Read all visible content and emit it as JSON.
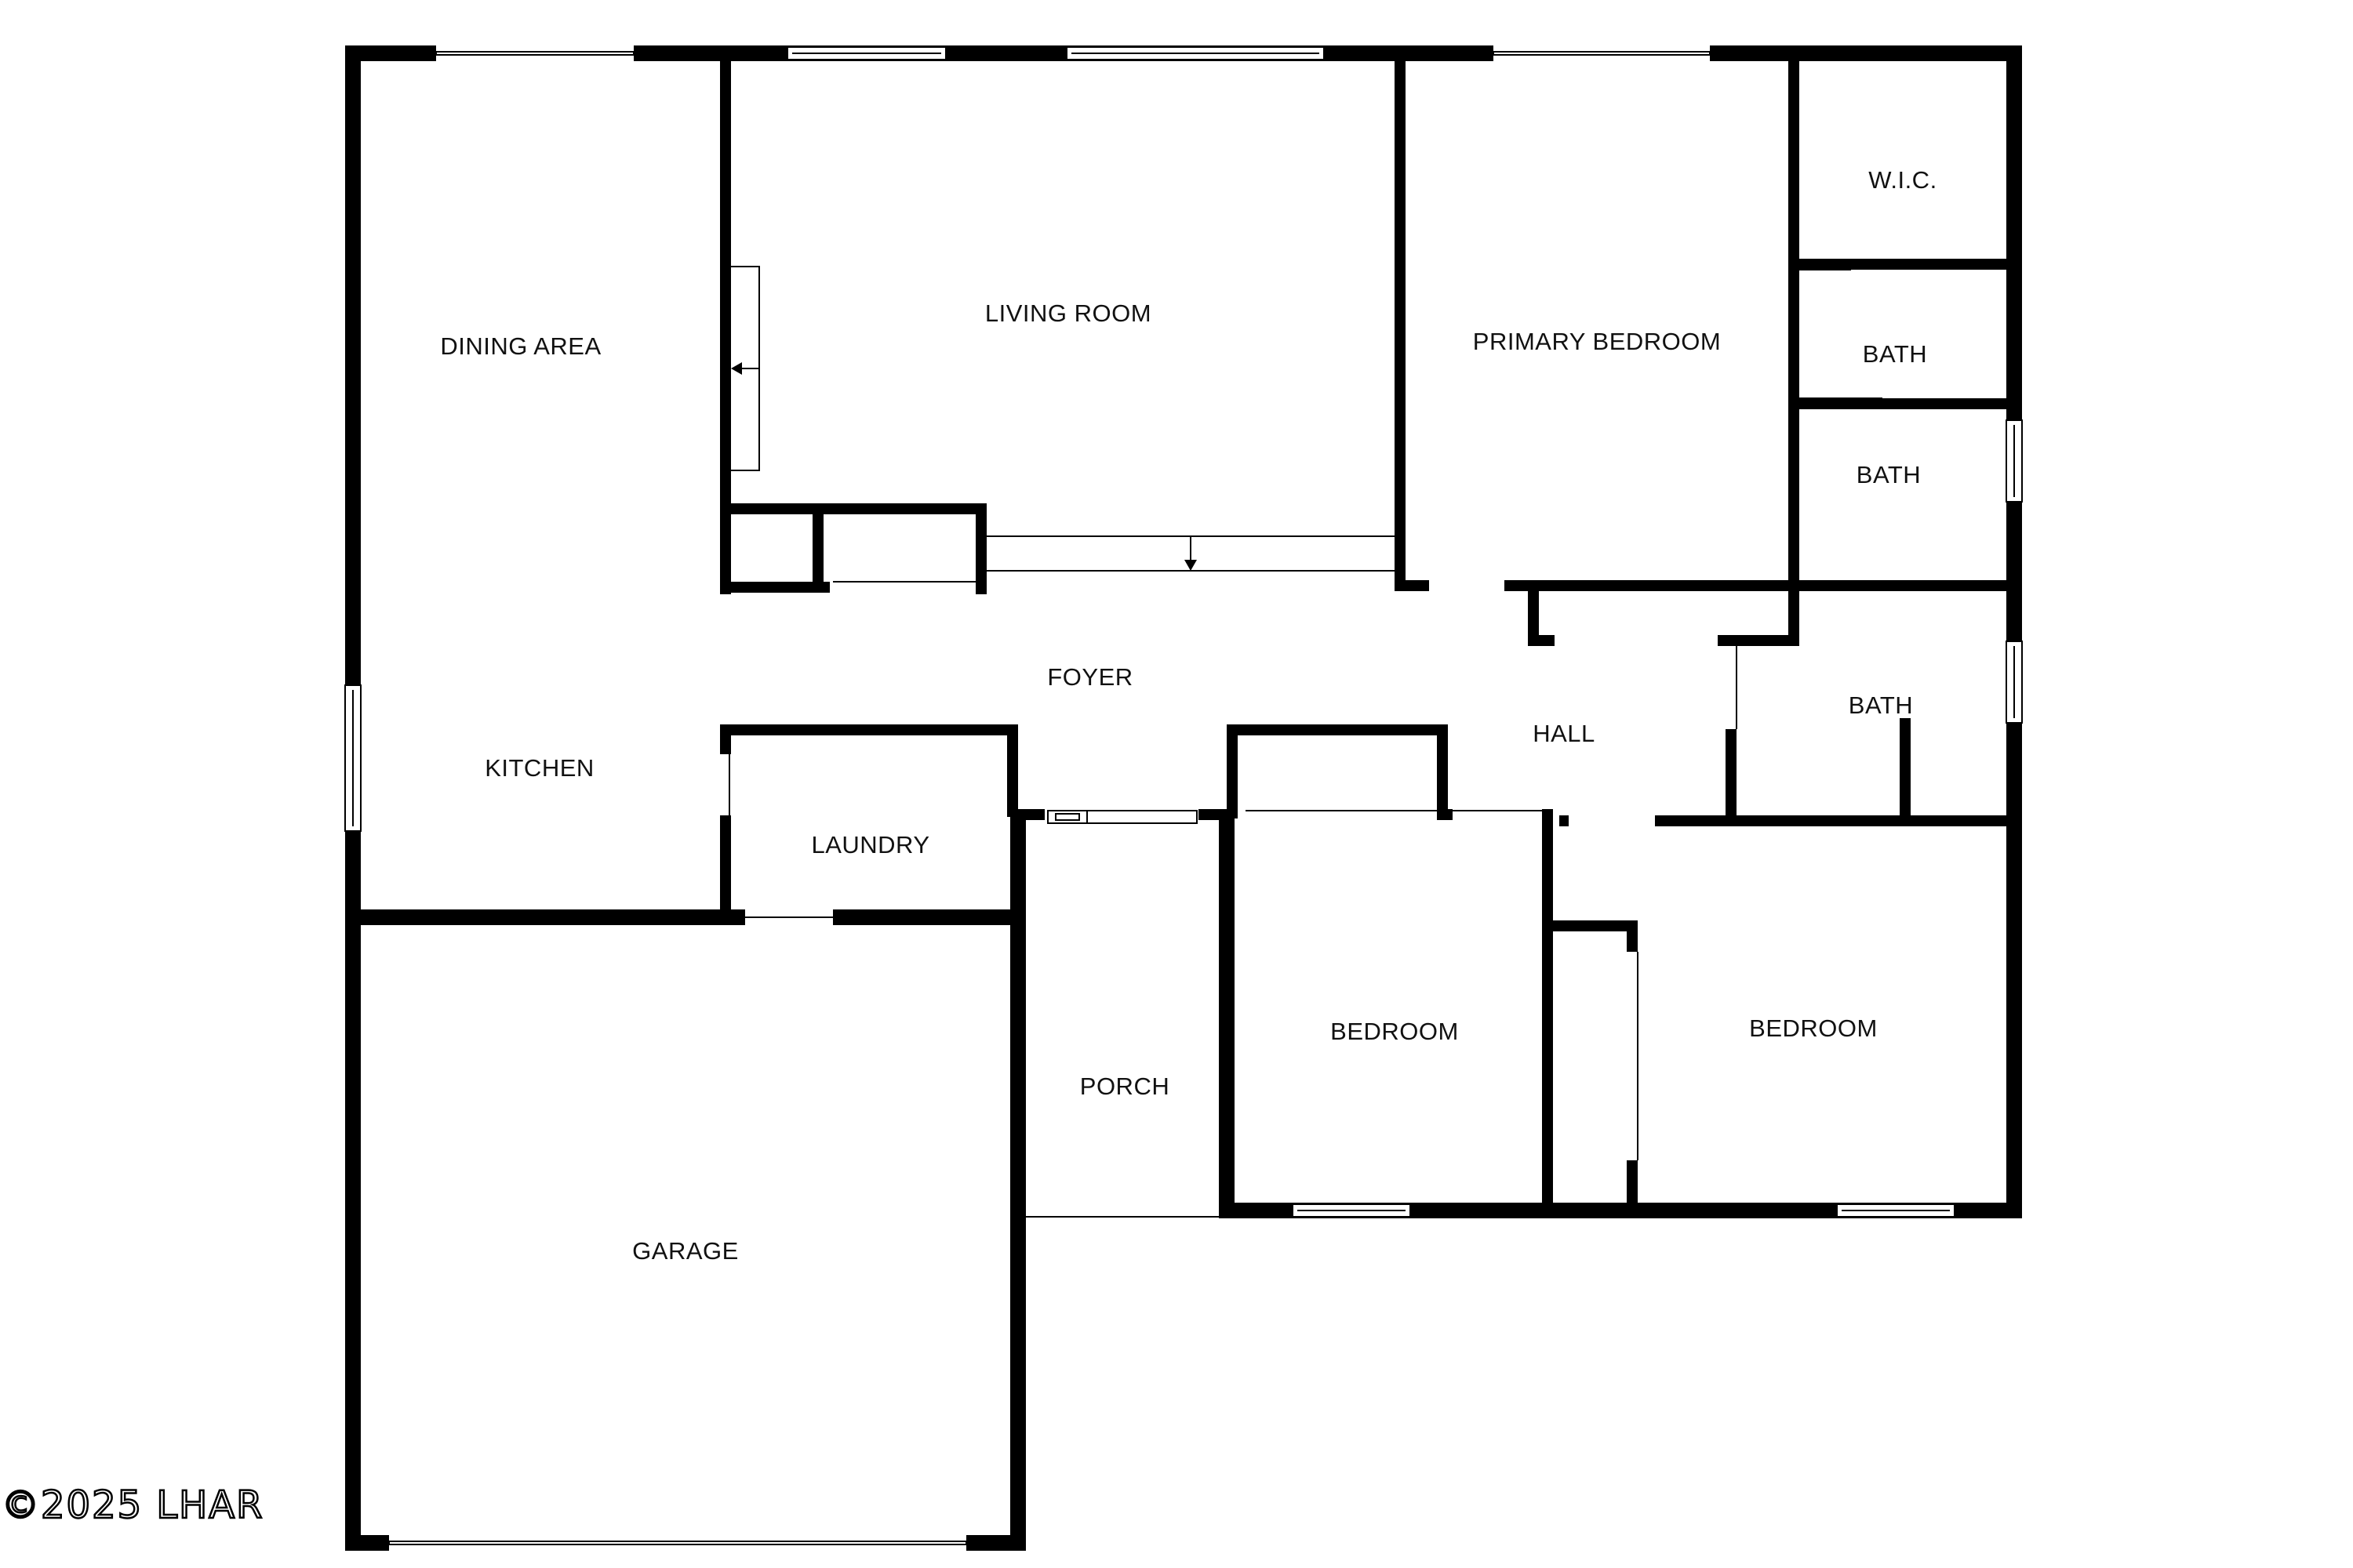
{
  "rooms": {
    "dining": "DINING AREA",
    "living": "LIVING ROOM",
    "primary_bedroom": "PRIMARY BEDROOM",
    "wic": "W.I.C.",
    "bath1": "BATH",
    "bath2": "BATH",
    "bath3": "BATH",
    "foyer": "FOYER",
    "hall": "HALL",
    "kitchen": "KITCHEN",
    "laundry": "LAUNDRY",
    "bedroom1": "BEDROOM",
    "bedroom2": "BEDROOM",
    "porch": "PORCH",
    "garage": "GARAGE"
  },
  "watermark": "©2025 LHAR",
  "colors": {
    "wall": "#000000",
    "background": "#ffffff"
  }
}
